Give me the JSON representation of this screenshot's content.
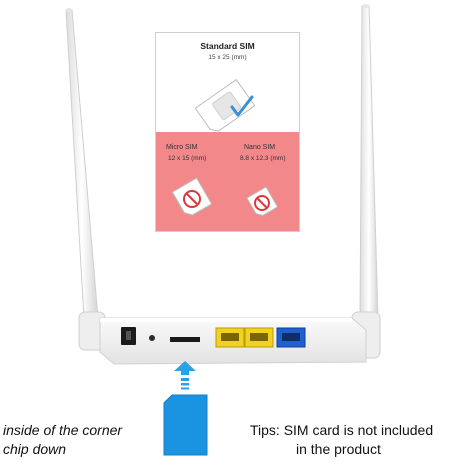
{
  "sim_card_info": {
    "standard": {
      "title": "Standard SIM",
      "size": "15 x 25 (mm)"
    },
    "micro": {
      "title": "Micro SIM",
      "size": "12 x 15 (mm)"
    },
    "nano": {
      "title": "Nano SIM",
      "size": "8.8 x 12.3 (mm)"
    },
    "colors": {
      "accepted_panel": "#ffffff",
      "rejected_panel": "#f3888b",
      "check": "#3b8fd6",
      "forbidden": "#d83a3a"
    }
  },
  "captions": {
    "left_line1": "inside of the corner",
    "left_line2": "chip down",
    "right_line1": "Tips: SIM card is not included",
    "right_line2": "in the product"
  },
  "router": {
    "ports": [
      "yellow LAN port",
      "yellow LAN port",
      "blue WAN port"
    ],
    "colors": {
      "body": "#f2f2f2",
      "lan": "#f1d21e",
      "wan": "#1f5fd0",
      "sim_card": "#1a93e0",
      "arrow": "#2aa3e6"
    }
  }
}
